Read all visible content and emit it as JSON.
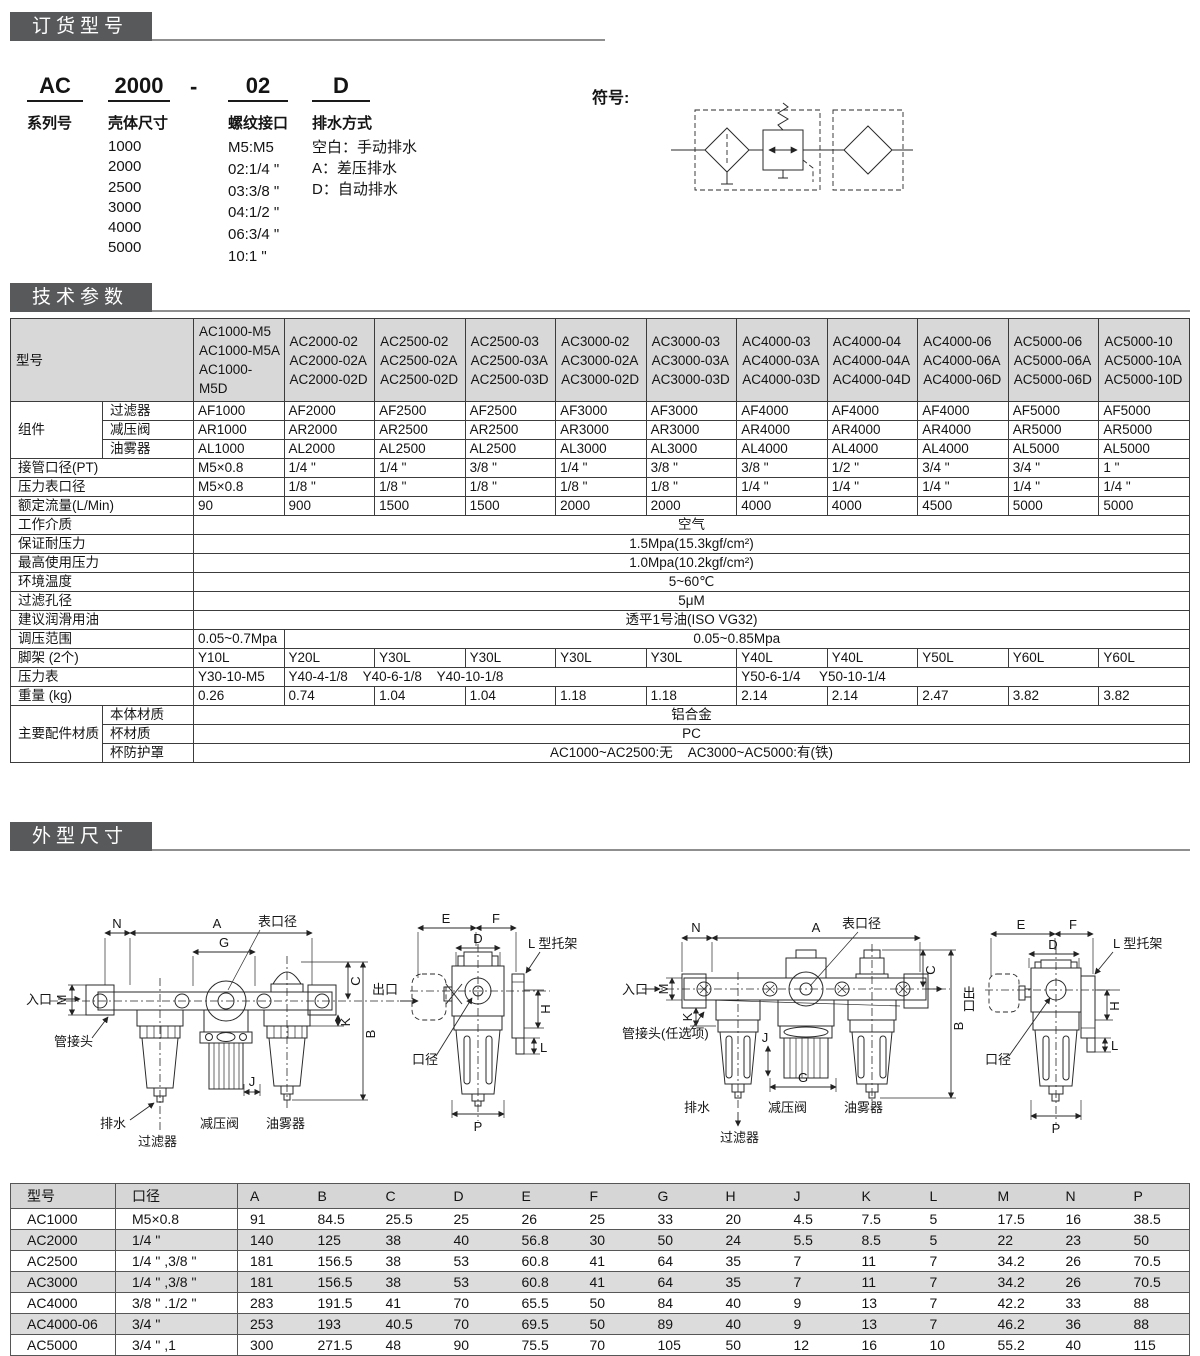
{
  "order": {
    "title": "订货型号",
    "symbol_label": "符号:",
    "dash": "-",
    "parts": [
      {
        "code": "AC",
        "label": "系列号",
        "options": []
      },
      {
        "code": "2000",
        "label": "壳体尺寸",
        "options": [
          "1000",
          "2000",
          "2500",
          "3000",
          "4000",
          "5000"
        ]
      },
      {
        "code": "02",
        "label": "螺纹接口",
        "options": [
          "M5:M5",
          "02:1/4 \"",
          "03:3/8 \"",
          "04:1/2 \"",
          "06:3/4 \"",
          "10:1 \""
        ]
      },
      {
        "code": "D",
        "label": "排水方式",
        "options": [
          "空白：手动排水",
          "A：差压排水",
          "D：自动排水"
        ]
      }
    ]
  },
  "tech": {
    "title": "技术参数",
    "model_label": "型号",
    "models": [
      "AC1000-M5\nAC1000-M5A\nAC1000-M5D",
      "AC2000-02\nAC2000-02A\nAC2000-02D",
      "AC2500-02\nAC2500-02A\nAC2500-02D",
      "AC2500-03\nAC2500-03A\nAC2500-03D",
      "AC3000-02\nAC3000-02A\nAC3000-02D",
      "AC3000-03\nAC3000-03A\nAC3000-03D",
      "AC4000-03\nAC4000-03A\nAC4000-03D",
      "AC4000-04\nAC4000-04A\nAC4000-04D",
      "AC4000-06\nAC4000-06A\nAC4000-06D",
      "AC5000-06\nAC5000-06A\nAC5000-06D",
      "AC5000-10\nAC5000-10A\nAC5000-10D"
    ],
    "comp_label": "组件",
    "comp": [
      {
        "label": "过滤器",
        "values": [
          "AF1000",
          "AF2000",
          "AF2500",
          "AF2500",
          "AF3000",
          "AF3000",
          "AF4000",
          "AF4000",
          "AF4000",
          "AF5000",
          "AF5000"
        ]
      },
      {
        "label": "减压阀",
        "values": [
          "AR1000",
          "AR2000",
          "AR2500",
          "AR2500",
          "AR3000",
          "AR3000",
          "AR4000",
          "AR4000",
          "AR4000",
          "AR5000",
          "AR5000"
        ]
      },
      {
        "label": "油雾器",
        "values": [
          "AL1000",
          "AL2000",
          "AL2500",
          "AL2500",
          "AL3000",
          "AL3000",
          "AL4000",
          "AL4000",
          "AL4000",
          "AL5000",
          "AL5000"
        ]
      }
    ],
    "pipe_port": {
      "label": "接管口径(PT)",
      "values": [
        "M5×0.8",
        "1/4 \"",
        "1/4 \"",
        "3/8 \"",
        "1/4 \"",
        "3/8 \"",
        "3/8 \"",
        "1/2 \"",
        "3/4 \"",
        "3/4 \"",
        "1 \""
      ]
    },
    "gauge_port": {
      "label": "压力表口径",
      "values": [
        "M5×0.8",
        "1/8 \"",
        "1/8 \"",
        "1/8 \"",
        "1/8 \"",
        "1/8 \"",
        "1/4 \"",
        "1/4 \"",
        "1/4 \"",
        "1/4 \"",
        "1/4 \""
      ]
    },
    "flow": {
      "label": "额定流量(L/Min)",
      "values": [
        "90",
        "900",
        "1500",
        "1500",
        "2000",
        "2000",
        "4000",
        "4000",
        "4500",
        "5000",
        "5000"
      ]
    },
    "medium": {
      "label": "工作介质",
      "value": "空气"
    },
    "proof": {
      "label": "保证耐压力",
      "value": "1.5Mpa(15.3kgf/cm²)"
    },
    "maxp": {
      "label": "最高使用压力",
      "value": "1.0Mpa(10.2kgf/cm²)"
    },
    "temp": {
      "label": "环境温度",
      "value": "5~60℃"
    },
    "pore": {
      "label": "过滤孔径",
      "value": "5μM"
    },
    "oil": {
      "label": "建议润滑用油",
      "value": "透平1号油(ISO VG32)"
    },
    "range": {
      "label": "调压范围",
      "first": "0.05~0.7Mpa",
      "rest": "0.05~0.85Mpa"
    },
    "bracket": {
      "label": "脚架 (2个)",
      "values": [
        "Y10L",
        "Y20L",
        "Y30L",
        "Y30L",
        "Y30L",
        "Y30L",
        "Y40L",
        "Y40L",
        "Y50L",
        "Y60L",
        "Y60L"
      ]
    },
    "gauge": {
      "label": "压力表",
      "first": "Y30-10-M5",
      "mid": "Y40-4-1/8    Y40-6-1/8    Y40-10-1/8",
      "last": "Y50-6-1/4     Y50-10-1/4"
    },
    "weight": {
      "label": "重量 (kg)",
      "values": [
        "0.26",
        "0.74",
        "1.04",
        "1.04",
        "1.18",
        "1.18",
        "2.14",
        "2.14",
        "2.47",
        "3.82",
        "3.82"
      ]
    },
    "mat_label": "主要配件材质",
    "materials": [
      {
        "label": "本体材质",
        "value": "铝合金"
      },
      {
        "label": "杯材质",
        "value": "PC"
      },
      {
        "label": "杯防护罩",
        "value": "AC1000~AC2500:无    AC3000~AC5000:有(铁)"
      }
    ]
  },
  "outline": {
    "title": "外型尺寸",
    "labels": {
      "n": "N",
      "a": "A",
      "g": "G",
      "c": "C",
      "b": "B",
      "k": "K",
      "j": "J",
      "m": "M",
      "e": "E",
      "f": "F",
      "d": "D",
      "h": "H",
      "l": "L",
      "p": "P",
      "gauge_port": "表口径",
      "inlet": "入口",
      "outlet": "出口",
      "pipe_joint": "管接头",
      "pipe_joint_optional": "管接头(任选项)",
      "l_bracket": "L 型托架",
      "bore": "口径",
      "drain": "排水",
      "filter": "过滤器",
      "regulator": "减压阀",
      "lubricator": "油雾器"
    },
    "table": {
      "headers": [
        "型号",
        "口径",
        "A",
        "B",
        "C",
        "D",
        "E",
        "F",
        "G",
        "H",
        "J",
        "K",
        "L",
        "M",
        "N",
        "P"
      ],
      "rows": [
        {
          "model": "AC1000",
          "bore": "M5×0.8",
          "values": [
            "91",
            "84.5",
            "25.5",
            "25",
            "26",
            "25",
            "33",
            "20",
            "4.5",
            "7.5",
            "5",
            "17.5",
            "16",
            "38.5"
          ]
        },
        {
          "model": "AC2000",
          "bore": "1/4 \"",
          "values": [
            "140",
            "125",
            "38",
            "40",
            "56.8",
            "30",
            "50",
            "24",
            "5.5",
            "8.5",
            "5",
            "22",
            "23",
            "50"
          ]
        },
        {
          "model": "AC2500",
          "bore": "1/4 \" ,3/8 \"",
          "values": [
            "181",
            "156.5",
            "38",
            "53",
            "60.8",
            "41",
            "64",
            "35",
            "7",
            "11",
            "7",
            "34.2",
            "26",
            "70.5"
          ]
        },
        {
          "model": "AC3000",
          "bore": "1/4 \" ,3/8 \"",
          "values": [
            "181",
            "156.5",
            "38",
            "53",
            "60.8",
            "41",
            "64",
            "35",
            "7",
            "11",
            "7",
            "34.2",
            "26",
            "70.5"
          ]
        },
        {
          "model": "AC4000",
          "bore": "3/8 \" .1/2 \"",
          "values": [
            "283",
            "191.5",
            "41",
            "70",
            "65.5",
            "50",
            "84",
            "40",
            "9",
            "13",
            "7",
            "42.2",
            "33",
            "88"
          ]
        },
        {
          "model": "AC4000-06",
          "bore": "3/4 \"",
          "values": [
            "253",
            "193",
            "40.5",
            "70",
            "69.5",
            "50",
            "89",
            "40",
            "9",
            "13",
            "7",
            "46.2",
            "36",
            "88"
          ]
        },
        {
          "model": "AC5000",
          "bore": "3/4 \" ,1",
          "values": [
            "300",
            "271.5",
            "48",
            "90",
            "75.5",
            "70",
            "105",
            "50",
            "12",
            "16",
            "10",
            "55.2",
            "40",
            "115"
          ]
        }
      ]
    }
  }
}
